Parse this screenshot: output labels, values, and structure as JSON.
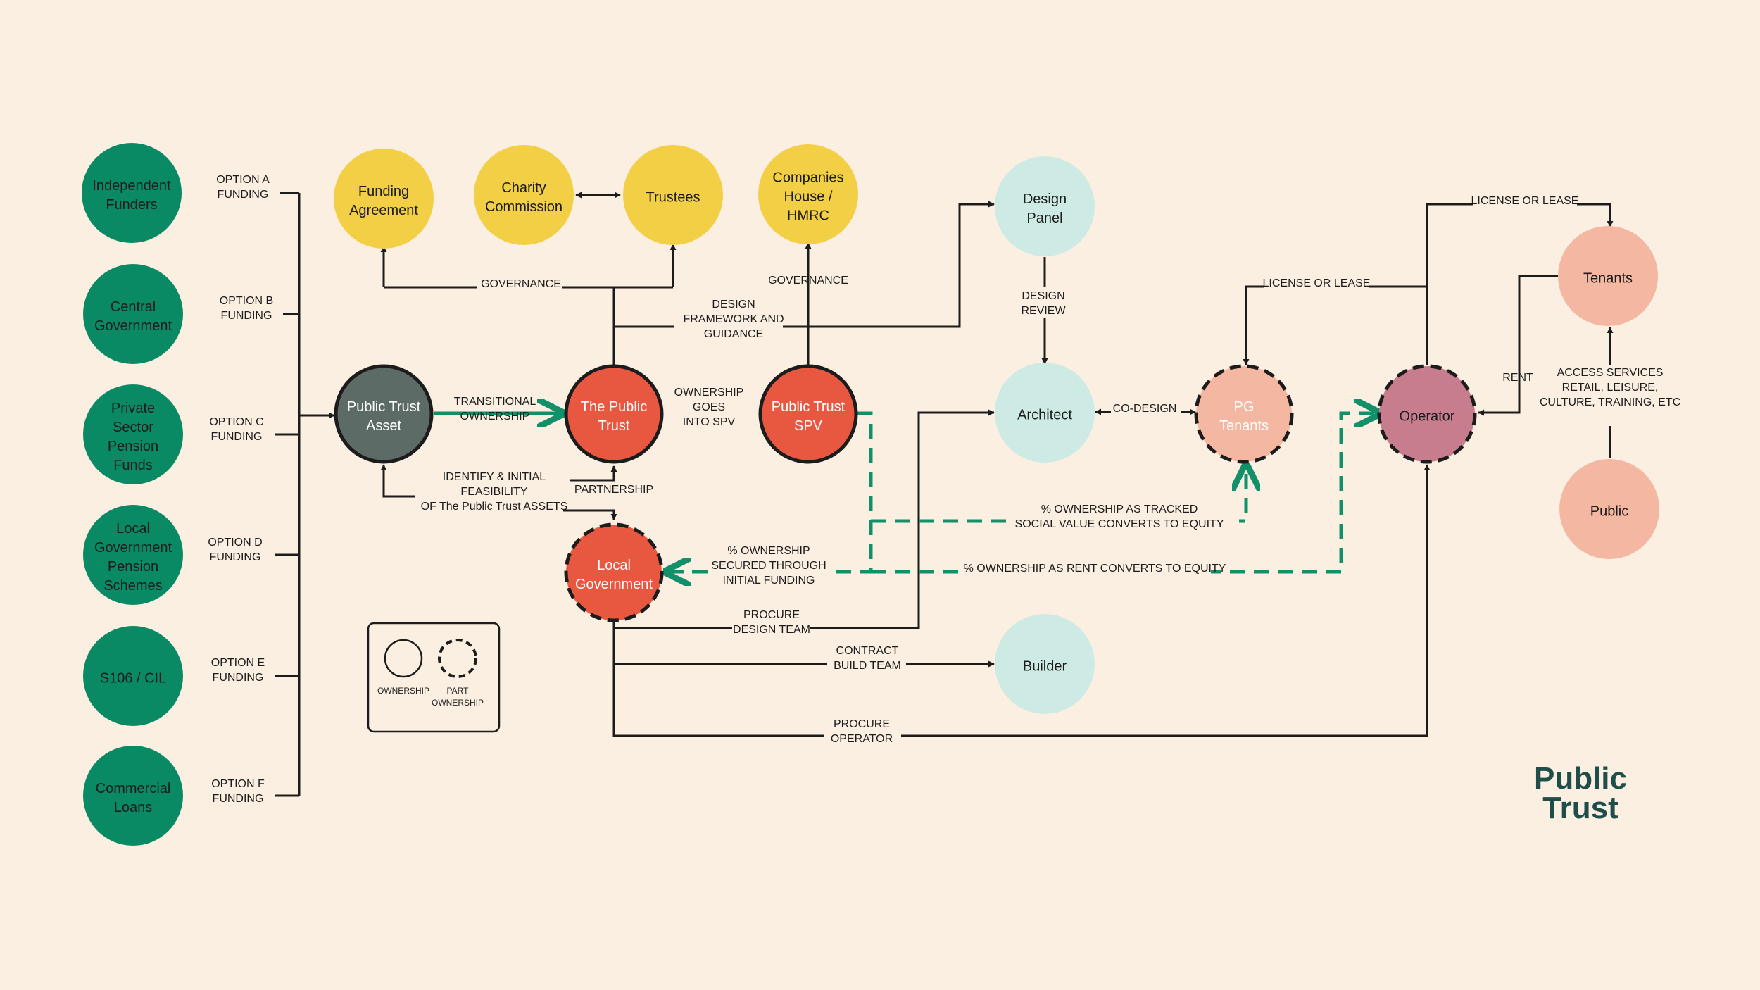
{
  "colors": {
    "background": "#fbefe1",
    "funding_green": "#0a8a64",
    "governance_yellow": "#f3cf45",
    "design_mint": "#cdebe4",
    "trust_red": "#e8573f",
    "asset_grey": "#5d6b66",
    "tenant_peach": "#f4b7a1",
    "operator_mauve": "#c87d8e",
    "flow_green": "#11906a",
    "line_black": "#1c1c1c",
    "logo_teal": "#1e4d4a"
  },
  "nodes": {
    "independent_funders": [
      "Independent",
      "Funders"
    ],
    "central_government": [
      "Central",
      "Government"
    ],
    "private_sector_pension": [
      "Private",
      "Sector",
      "Pension",
      "Funds"
    ],
    "local_gov_pension": [
      "Local",
      "Government",
      "Pension",
      "Schemes"
    ],
    "s106_cil": [
      "S106 / CIL"
    ],
    "commercial_loans": [
      "Commercial",
      "Loans"
    ],
    "funding_agreement": [
      "Funding",
      "Agreement"
    ],
    "charity_commission": [
      "Charity",
      "Commission"
    ],
    "trustees": [
      "Trustees"
    ],
    "companies_house": [
      "Companies",
      "House /",
      "HMRC"
    ],
    "design_panel": [
      "Design",
      "Panel"
    ],
    "public_trust_asset": [
      "Public Trust",
      "Asset"
    ],
    "the_public_trust": [
      "The Public",
      "Trust"
    ],
    "public_trust_spv": [
      "Public Trust",
      "SPV"
    ],
    "architect": [
      "Architect"
    ],
    "pg_tenants": [
      "PG",
      "Tenants"
    ],
    "operator": [
      "Operator"
    ],
    "tenants": [
      "Tenants"
    ],
    "public": [
      "Public"
    ],
    "local_government": [
      "Local",
      "Government"
    ],
    "builder": [
      "Builder"
    ]
  },
  "labels": {
    "option_a": [
      "OPTION A",
      "FUNDING"
    ],
    "option_b": [
      "OPTION B",
      "FUNDING"
    ],
    "option_c": [
      "OPTION C",
      "FUNDING"
    ],
    "option_d": [
      "OPTION D",
      "FUNDING"
    ],
    "option_e": [
      "OPTION E",
      "FUNDING"
    ],
    "option_f": [
      "OPTION F",
      "FUNDING"
    ],
    "governance_left": [
      "GOVERNANCE"
    ],
    "governance_right": [
      "GOVERNANCE"
    ],
    "design_framework": [
      "DESIGN",
      "FRAMEWORK AND",
      "GUIDANCE"
    ],
    "design_review": [
      "DESIGN",
      "REVIEW"
    ],
    "transitional_ownership": [
      "TRANSITIONAL",
      "OWNERSHIP"
    ],
    "ownership_spv": [
      "OWNERSHIP",
      "GOES",
      "INTO SPV"
    ],
    "identify_feasibility": [
      "IDENTIFY & INITIAL",
      "FEASIBILITY",
      "OF The Public Trust ASSETS"
    ],
    "partnership": [
      "PARTNERSHIP"
    ],
    "co_design": [
      "CO-DESIGN"
    ],
    "license_lease_top": [
      "LICENSE OR LEASE"
    ],
    "license_lease_mid": [
      "LICENSE OR LEASE"
    ],
    "rent": [
      "RENT"
    ],
    "access_services": [
      "ACCESS SERVICES",
      "RETAIL, LEISURE,",
      "CULTURE, TRAINING, ETC"
    ],
    "social_value": [
      "% OWNERSHIP AS TRACKED",
      "SOCIAL VALUE CONVERTS TO EQUITY"
    ],
    "rent_equity": [
      "% OWNERSHIP AS RENT CONVERTS TO EQUITY"
    ],
    "secured_funding": [
      "% OWNERSHIP",
      "SECURED THROUGH",
      "INITIAL FUNDING"
    ],
    "procure_design": [
      "PROCURE",
      "DESIGN TEAM"
    ],
    "contract_build": [
      "CONTRACT",
      "BUILD TEAM"
    ],
    "procure_operator": [
      "PROCURE",
      "OPERATOR"
    ]
  },
  "legend": {
    "ownership": [
      "OWNERSHIP"
    ],
    "part_ownership": [
      "PART",
      "OWNERSHIP"
    ]
  },
  "logo": [
    "Public",
    "Trust"
  ]
}
